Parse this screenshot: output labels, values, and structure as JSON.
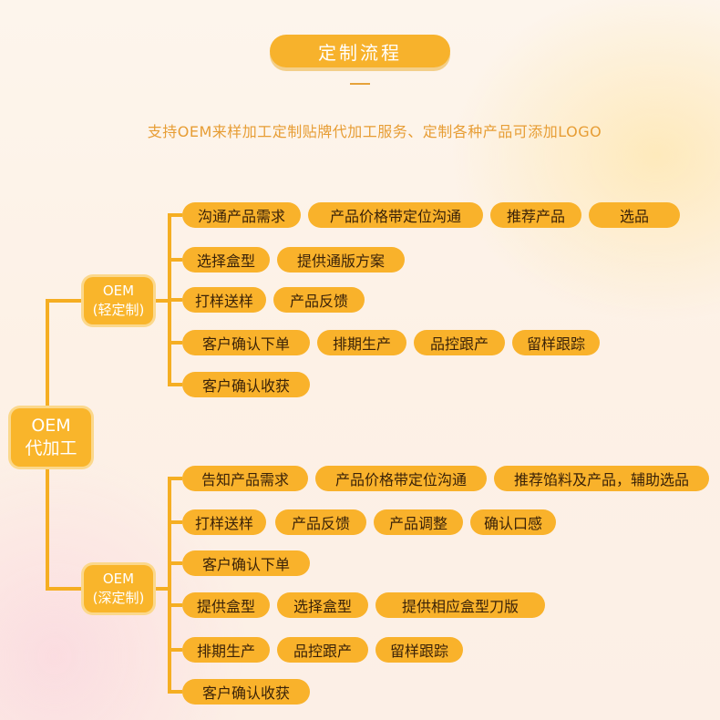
{
  "title": "定制流程",
  "subtitle": "支持OEM来样加工定制贴牌代加工服务、定制各种产品可添加LOGO",
  "root": {
    "line1": "OEM",
    "line2": "代加工"
  },
  "light": {
    "line1": "OEM",
    "line2": "(轻定制)",
    "rows": [
      [
        "沟通产品需求",
        "产品价格带定位沟通",
        "推荐产品",
        "选品"
      ],
      [
        "选择盒型",
        "提供通版方案"
      ],
      [
        "打样送样",
        "产品反馈"
      ],
      [
        "客户确认下单",
        "排期生产",
        "品控跟产",
        "留样跟踪"
      ],
      [
        "客户确认收获"
      ]
    ]
  },
  "deep": {
    "line1": "OEM",
    "line2": "(深定制)",
    "rows": [
      [
        "告知产品需求",
        "产品价格带定位沟通",
        "推荐馅料及产品，辅助选品"
      ],
      [
        "打样送样",
        "产品反馈",
        "产品调整",
        "确认口感"
      ],
      [
        "客户确认下单"
      ],
      [
        "提供盒型",
        "选择盒型",
        "提供相应盒型刀版"
      ],
      [
        "排期生产",
        "品控跟产",
        "留样跟踪"
      ],
      [
        "客户确认收获"
      ]
    ]
  }
}
